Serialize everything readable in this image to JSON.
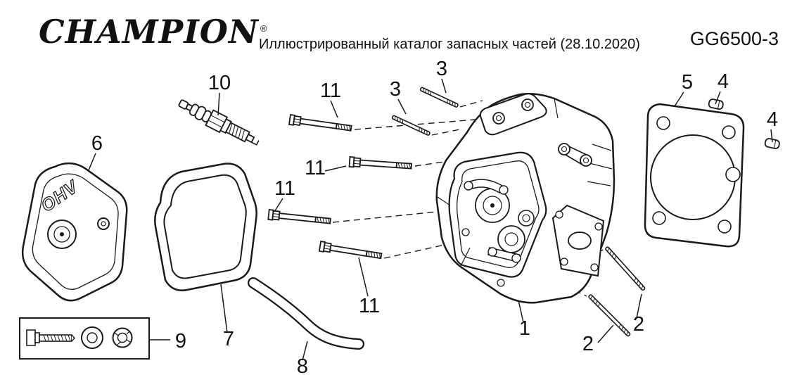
{
  "header": {
    "logo_text": "CHAMPION",
    "registered_mark": "®",
    "catalog_title": "Иллюстрированный каталог запасных частей (28.10.2020)",
    "model_code": "GG6500-3"
  },
  "diagram": {
    "cover_embossing": "OHV",
    "callouts": [
      "10",
      "3",
      "3",
      "11",
      "5",
      "4",
      "4",
      "6",
      "11",
      "11",
      "11",
      "1",
      "2",
      "2",
      "7",
      "8",
      "9"
    ]
  }
}
